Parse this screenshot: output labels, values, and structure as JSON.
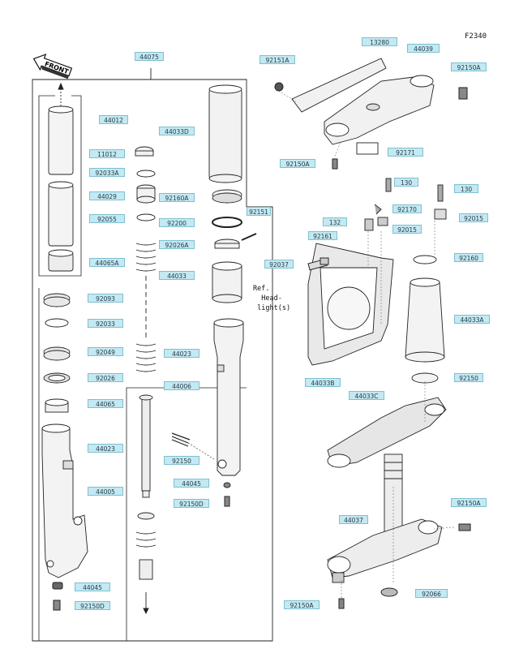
{
  "figure_code": "F2340",
  "front_arrow": "FRONT",
  "ref_text": "Ref.\n  Head-\n light(s)",
  "labels": {
    "l44075": "44075",
    "l44012": "44012",
    "l11012": "11012",
    "l92033A": "92033A",
    "l44029": "44029",
    "l92055": "92055",
    "l44065A": "44065A",
    "l44033D": "44033D",
    "l92160A": "92160A",
    "l92200": "92200",
    "l92151": "92151",
    "l92026A": "92026A",
    "l44033": "44033",
    "l92093": "92093",
    "l92033": "92033",
    "l92049": "92049",
    "l92026": "92026",
    "l44065": "44065",
    "l44023a": "44023",
    "l44005": "44005",
    "l44045a": "44045",
    "l92150Da": "92150D",
    "l44023b": "44023",
    "l44006": "44006",
    "l92150": "92150",
    "l44045b": "44045",
    "l92150Db": "92150D",
    "l92151A": "92151A",
    "l13280": "13280",
    "l44039": "44039",
    "l92150A1": "92150A",
    "l92171": "92171",
    "l92150A2": "92150A",
    "l130a": "130",
    "l130b": "130",
    "l92170": "92170",
    "l92015a": "92015",
    "l132": "132",
    "l92015b": "92015",
    "l92161": "92161",
    "l92037": "92037",
    "l92160": "92160",
    "l44033A": "44033A",
    "l44033B": "44033B",
    "l92150b": "92150",
    "l44033C": "44033C",
    "l92150A3": "92150A",
    "l44037": "44037",
    "l92066": "92066",
    "l92150A4": "92150A"
  }
}
